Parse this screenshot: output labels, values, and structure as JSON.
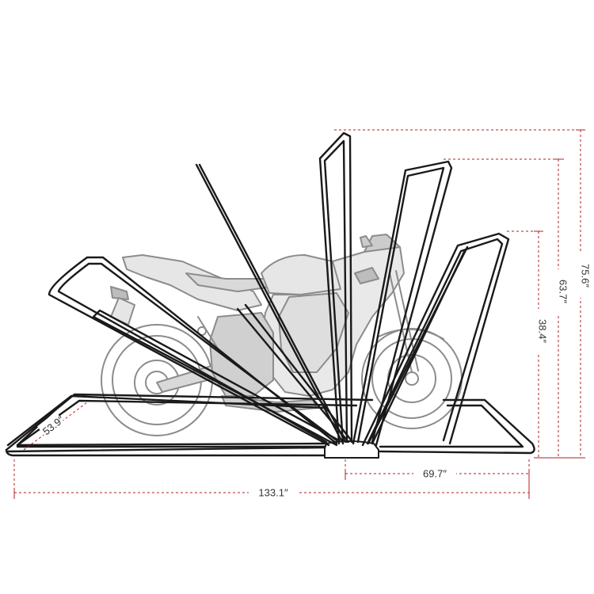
{
  "colors": {
    "background": "#ffffff",
    "frame": "#1a1a1a",
    "motorcycle": "#8c8c8c",
    "motorcycle_fill": "#d9d9d9",
    "dimension": "#b22222",
    "dimension_text": "#333333"
  },
  "icons": {
    "motorcycle": "motorcycle-outline-illustration",
    "frame": "folding-shelter-frame"
  },
  "dimensions": {
    "total_height": "75.6″",
    "mid_height": "63.7″",
    "low_height": "38.4″",
    "width": "53.9″",
    "half_length": "69.7″",
    "total_length": "133.1″"
  }
}
